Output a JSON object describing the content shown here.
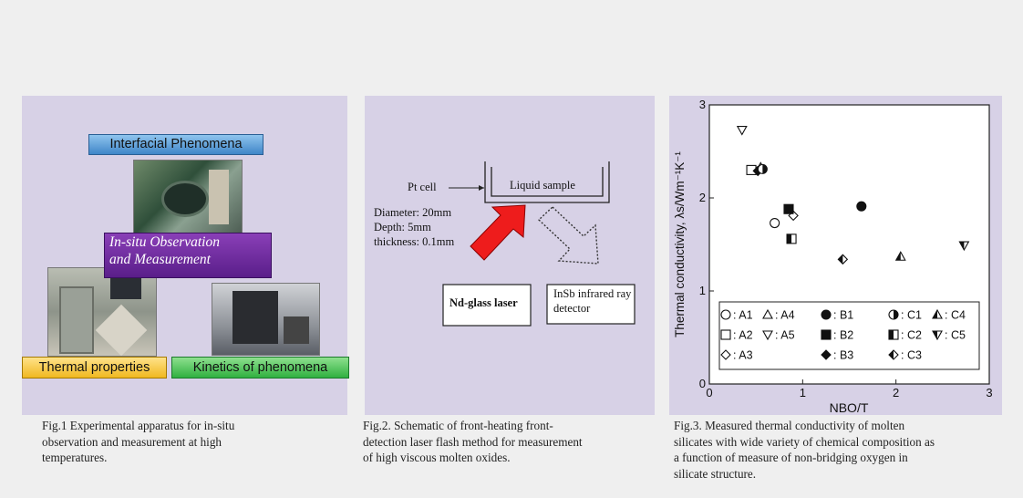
{
  "fig1": {
    "labels": {
      "interfacial": "Interfacial Phenomena",
      "insitu_1": "In-situ Observation",
      "insitu_2": "and Measurement",
      "thermal": "Thermal properties",
      "kinetics": "Kinetics of phenomena"
    },
    "caption": [
      "Fig.1 Experimental apparatus for in-situ",
      "observation and measurement at high",
      "temperatures."
    ]
  },
  "fig2": {
    "labels": {
      "pt_cell": "Pt cell",
      "liquid_sample": "Liquid sample",
      "diameter": "Diameter: 20mm",
      "depth": "Depth: 5mm",
      "thickness": "thickness: 0.1mm",
      "laser": "Nd-glass laser",
      "detector_1": "InSb infrared ray",
      "detector_2": "detector"
    },
    "caption": [
      "Fig.2. Schematic of front-heating front-",
      "detection laser flash method for measurement",
      "of high viscous molten oxides."
    ]
  },
  "fig3": {
    "caption": [
      "Fig.3. Measured thermal conductivity of molten",
      "silicates with wide variety of chemical composition as",
      "a function of measure of non-bridging oxygen in",
      "silicate structure."
    ]
  },
  "chart_data": {
    "type": "scatter",
    "xlabel": "NBO/T",
    "ylabel": "Thermal conductivity, λs/Wm⁻¹K⁻¹",
    "xlim": [
      0,
      3
    ],
    "ylim": [
      0,
      3
    ],
    "xticks": [
      "0",
      "1",
      "2",
      "3"
    ],
    "yticks": [
      "0",
      "1",
      "2",
      "3"
    ],
    "legend_position": "bottom",
    "series": [
      {
        "name": "A1",
        "marker": "circle-open",
        "points": [
          [
            0.7,
            1.73
          ]
        ]
      },
      {
        "name": "A2",
        "marker": "square-open",
        "points": [
          [
            0.45,
            2.3
          ]
        ]
      },
      {
        "name": "A3",
        "marker": "diamond-open",
        "points": [
          [
            0.9,
            1.81
          ]
        ]
      },
      {
        "name": "A4",
        "marker": "triangle-up-open",
        "points": [
          [
            0.55,
            2.33
          ]
        ]
      },
      {
        "name": "A5",
        "marker": "triangle-down-open",
        "points": [
          [
            0.35,
            2.73
          ]
        ]
      },
      {
        "name": "B1",
        "marker": "circle-filled",
        "points": [
          [
            1.63,
            1.91
          ]
        ]
      },
      {
        "name": "B2",
        "marker": "square-filled",
        "points": [
          [
            0.85,
            1.88
          ]
        ]
      },
      {
        "name": "B3",
        "marker": "diamond-filled",
        "points": [
          [
            0.52,
            2.29
          ]
        ]
      },
      {
        "name": "C1",
        "marker": "circle-half",
        "points": [
          [
            0.57,
            2.31
          ]
        ]
      },
      {
        "name": "C2",
        "marker": "square-half",
        "points": [
          [
            0.88,
            1.56
          ]
        ]
      },
      {
        "name": "C3",
        "marker": "diamond-half",
        "points": [
          [
            1.43,
            1.34
          ]
        ]
      },
      {
        "name": "C4",
        "marker": "triangle-up-half",
        "points": [
          [
            2.05,
            1.37
          ]
        ]
      },
      {
        "name": "C5",
        "marker": "triangle-down-half",
        "points": [
          [
            2.73,
            1.49
          ]
        ]
      }
    ]
  }
}
